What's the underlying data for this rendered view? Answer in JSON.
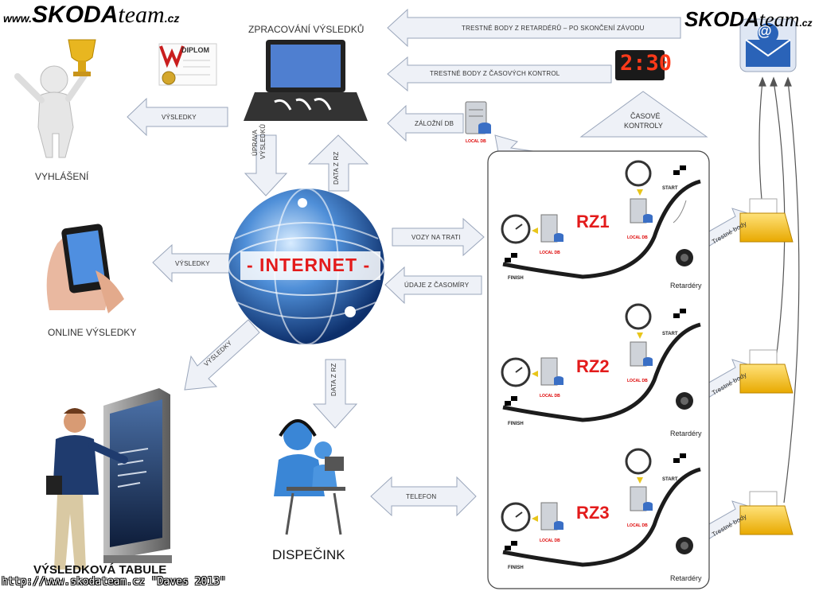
{
  "logo_left": {
    "www": "www.",
    "brand": "SKODA",
    "team": "team",
    "tld": ".cz"
  },
  "logo_right": {
    "brand": "SKODA",
    "team": "team",
    "tld": ".cz"
  },
  "titles": {
    "processing": "ZPRACOVÁNÍ VÝSLEDKŮ",
    "announcement": "VYHLÁŠENÍ",
    "online": "ONLINE VÝSLEDKY",
    "board": "VÝSLEDKOVÁ TABULE",
    "dispatch": "DISPEČINK",
    "internet": "- INTERNET -"
  },
  "diploma_label": "DIPLOM",
  "clock_display": "2:30",
  "arrows": {
    "penalty_retarders": "TRESTNÉ BODY Z RETARDÉRŮ – PO SKONČENÍ ZÁVODU",
    "penalty_timecontrols": "TRESTNÉ BODY Z ČASOVÝCH KONTROL",
    "backup_db": "ZÁLOŽNÍ DB",
    "results_left": "VÝSLEDKY",
    "results_phone": "VÝSLEDKY",
    "results_board": "VÝSLEDKY",
    "edit_results_1": "ÚPRAVA",
    "edit_results_2": "VÝSLEDKŮ",
    "data_rz_up": "DATA Z RZ",
    "data_rz_down": "DATA Z RZ",
    "cars_on_track": "VOZY NA TRATI",
    "timing_data": "ÚDAJE Z ČASOMÍRY",
    "phone": "TELEFON",
    "time_controls_1": "ČASOVÉ",
    "time_controls_2": "KONTROLY",
    "penalty_points": "Trestné body"
  },
  "db_labels": {
    "local_db": "LOCAL DB"
  },
  "stages": [
    {
      "name": "RZ1",
      "start": "START",
      "finish": "FINISH",
      "retarders": "Retardéry"
    },
    {
      "name": "RZ2",
      "start": "START",
      "finish": "FINISH",
      "retarders": "Retardéry"
    },
    {
      "name": "RZ3",
      "start": "START",
      "finish": "FINISH",
      "retarders": "Retardéry"
    }
  ],
  "footer": "http://www.skodateam.cz \"Daves 2013\"",
  "colors": {
    "accent_red": "#e31b1b",
    "arrow_fill": "#eef1f7",
    "arrow_stroke": "#9aa6bb",
    "globe_blue": "#1e5aa8"
  }
}
